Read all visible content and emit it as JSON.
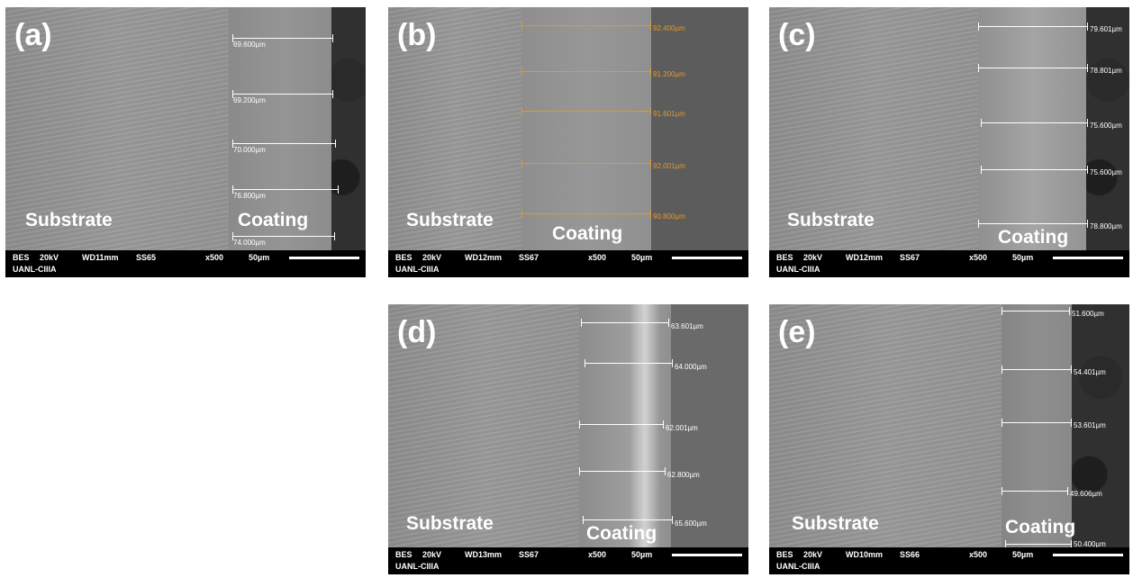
{
  "panels": [
    {
      "label": "(a)",
      "substrate_label": "Substrate",
      "coating_label": "Coating",
      "info": {
        "mode": "BES",
        "voltage": "20kV",
        "wd": "WD11mm",
        "ss": "SS65",
        "mag": "x500",
        "scale": "50µm",
        "lab": "UANL-CIIIA"
      },
      "measurements": [
        "69.600µm",
        "69.200µm",
        "70.000µm",
        "76.800µm",
        "74.000µm"
      ]
    },
    {
      "label": "(b)",
      "substrate_label": "Substrate",
      "coating_label": "Coating",
      "info": {
        "mode": "BES",
        "voltage": "20kV",
        "wd": "WD12mm",
        "ss": "SS67",
        "mag": "x500",
        "scale": "50µm",
        "lab": "UANL-CIIIA"
      },
      "measurements": [
        "92.400µm",
        "91.200µm",
        "91.601µm",
        "92.001µm",
        "90.800µm"
      ]
    },
    {
      "label": "(c)",
      "substrate_label": "Substrate",
      "coating_label": "Coating",
      "info": {
        "mode": "BES",
        "voltage": "20kV",
        "wd": "WD12mm",
        "ss": "SS67",
        "mag": "x500",
        "scale": "50µm",
        "lab": "UANL-CIIIA"
      },
      "measurements": [
        "79.601µm",
        "78.801µm",
        "75.600µm",
        "75.600µm",
        "78.800µm"
      ]
    },
    {
      "label": "(d)",
      "substrate_label": "Substrate",
      "coating_label": "Coating",
      "info": {
        "mode": "BES",
        "voltage": "20kV",
        "wd": "WD13mm",
        "ss": "SS67",
        "mag": "x500",
        "scale": "50µm",
        "lab": "UANL-CIIIA"
      },
      "measurements": [
        "63.601µm",
        "64.000µm",
        "62.001µm",
        "62.800µm",
        "65.600µm"
      ]
    },
    {
      "label": "(e)",
      "substrate_label": "Substrate",
      "coating_label": "Coating",
      "info": {
        "mode": "BES",
        "voltage": "20kV",
        "wd": "WD10mm",
        "ss": "SS66",
        "mag": "x500",
        "scale": "50µm",
        "lab": "UANL-CIIIA"
      },
      "measurements": [
        "51.600µm",
        "54.401µm",
        "53.601µm",
        "49.606µm",
        "50.400µm"
      ]
    }
  ]
}
